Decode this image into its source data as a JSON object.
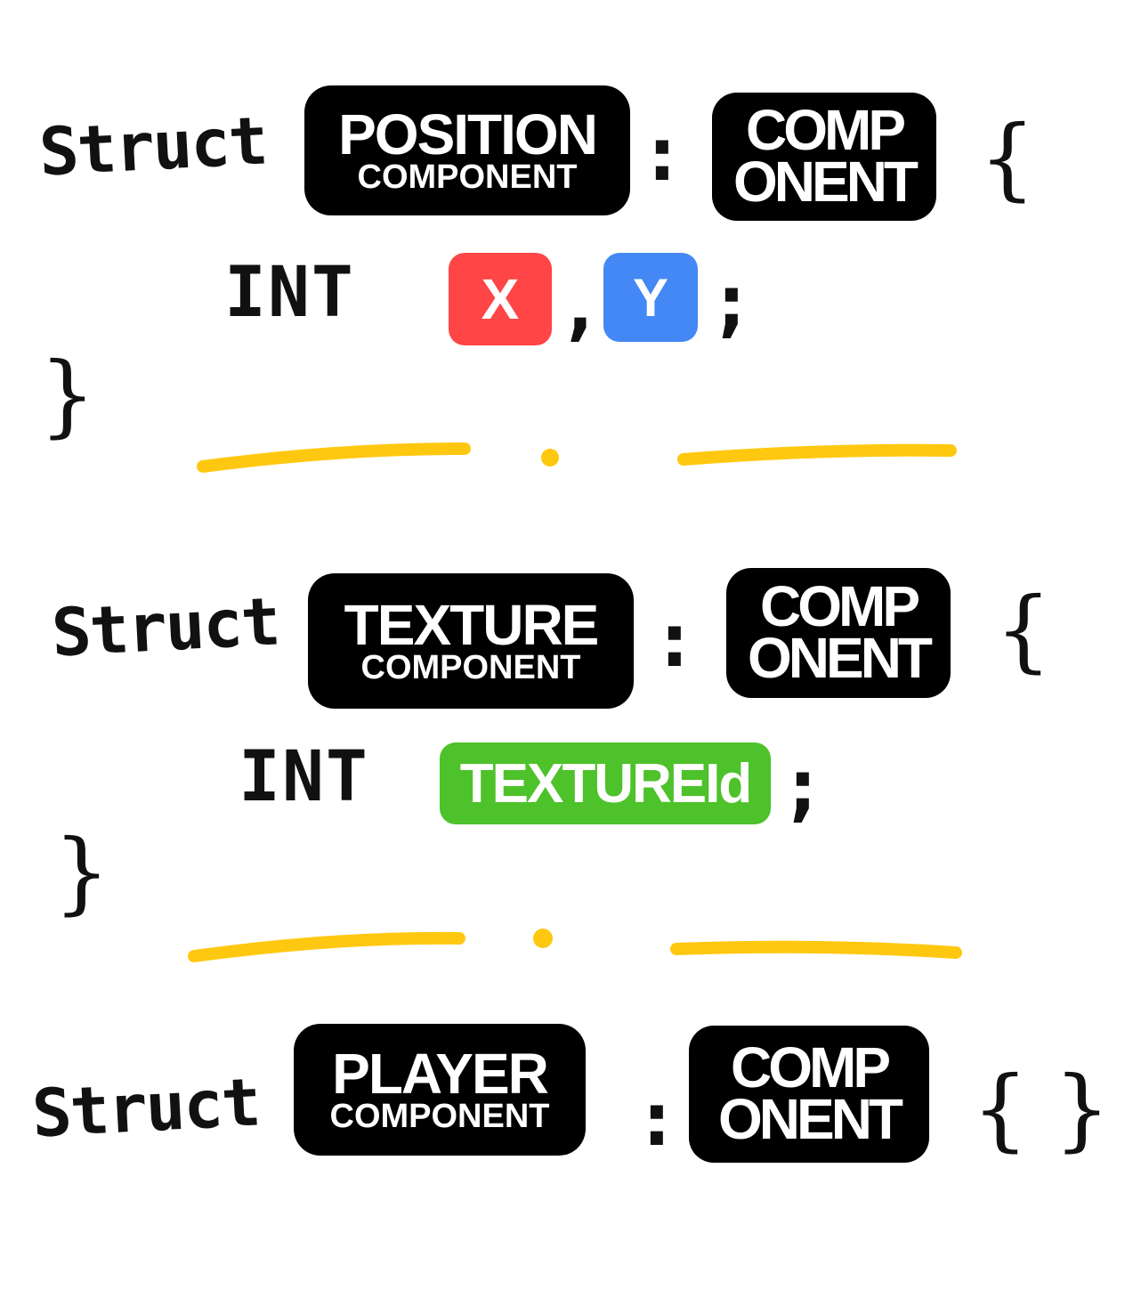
{
  "blocks": [
    {
      "keyword": "Struct",
      "name_big": "POSITION",
      "name_small": "COMPONENT",
      "colon": ":",
      "base_line1": "COMP",
      "base_line2": "ONENT",
      "open_brace": "{",
      "field_type": "INT",
      "fields": [
        "X",
        "Y"
      ],
      "comma": ",",
      "semicolon": ";",
      "close_brace": "}"
    },
    {
      "keyword": "Struct",
      "name_big": "TEXTURE",
      "name_small": "COMPONENT",
      "colon": ":",
      "base_line1": "COMP",
      "base_line2": "ONENT",
      "open_brace": "{",
      "field_type": "INT",
      "fields": [
        "TEXTUREId"
      ],
      "semicolon": ";",
      "close_brace": "}"
    },
    {
      "keyword": "Struct",
      "name_big": "PLAYER",
      "name_small": "COMPONENT",
      "colon": ":",
      "base_line1": "COMP",
      "base_line2": "ONENT",
      "open_brace": "{",
      "close_brace": "}"
    }
  ],
  "colors": {
    "x_chip": "#ff4545",
    "y_chip": "#4488f5",
    "textureid_chip": "#4dc22a",
    "divider": "#ffc810"
  }
}
